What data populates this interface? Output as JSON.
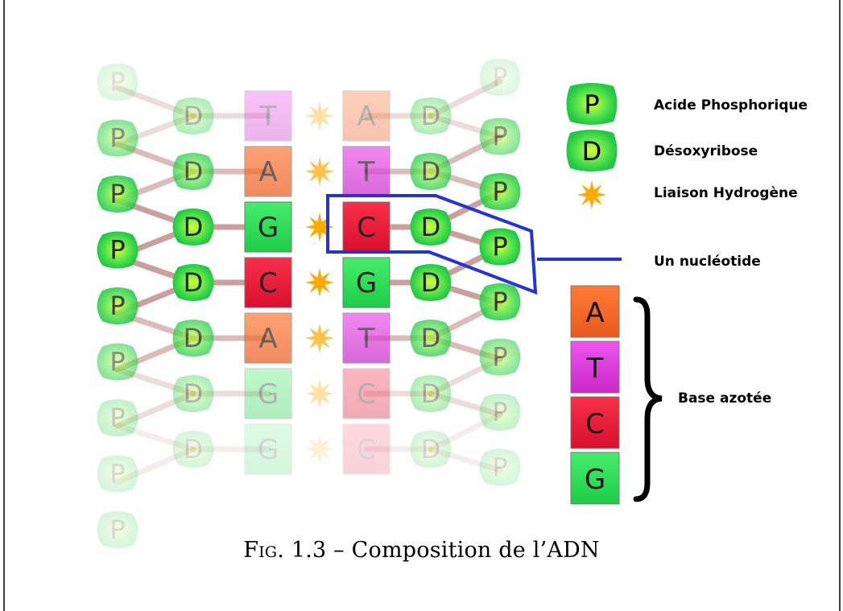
{
  "diagram": {
    "left_strand": {
      "phosphate_letters": [
        "P",
        "P",
        "P",
        "P",
        "P",
        "P",
        "P",
        "P",
        "P"
      ],
      "sugar_letters": [
        "D",
        "D",
        "D",
        "D",
        "D",
        "D",
        "D"
      ],
      "bases": [
        "T",
        "A",
        "G",
        "C",
        "A",
        "G",
        "G"
      ]
    },
    "right_strand": {
      "phosphate_letters": [
        "P",
        "P",
        "P",
        "P",
        "P",
        "P",
        "P",
        "P"
      ],
      "sugar_letters": [
        "D",
        "D",
        "D",
        "D",
        "D",
        "D",
        "D"
      ],
      "bases": [
        "A",
        "T",
        "C",
        "G",
        "T",
        "C",
        "C"
      ]
    },
    "opacities": [
      0.35,
      0.7,
      1,
      1,
      0.7,
      0.35,
      0.18
    ],
    "nucleotide_color": "#2233dd",
    "base_colors": {
      "A": "#f06a2a",
      "T": "#e040e0",
      "C": "#e8203a",
      "G": "#2ee060"
    }
  },
  "legend": {
    "phosphate_symbol": "P",
    "phosphate_label": "Acide Phosphorique",
    "sugar_symbol": "D",
    "sugar_label": "Désoxyribose",
    "hbond_label": "Liaison Hydrogène",
    "nucleotide_label": "Un nucléotide",
    "bases": [
      "A",
      "T",
      "C",
      "G"
    ],
    "bases_label": "Base azotée"
  },
  "caption": {
    "prefix": "Fig.",
    "text": "1.3 – Composition de l’ADN"
  }
}
